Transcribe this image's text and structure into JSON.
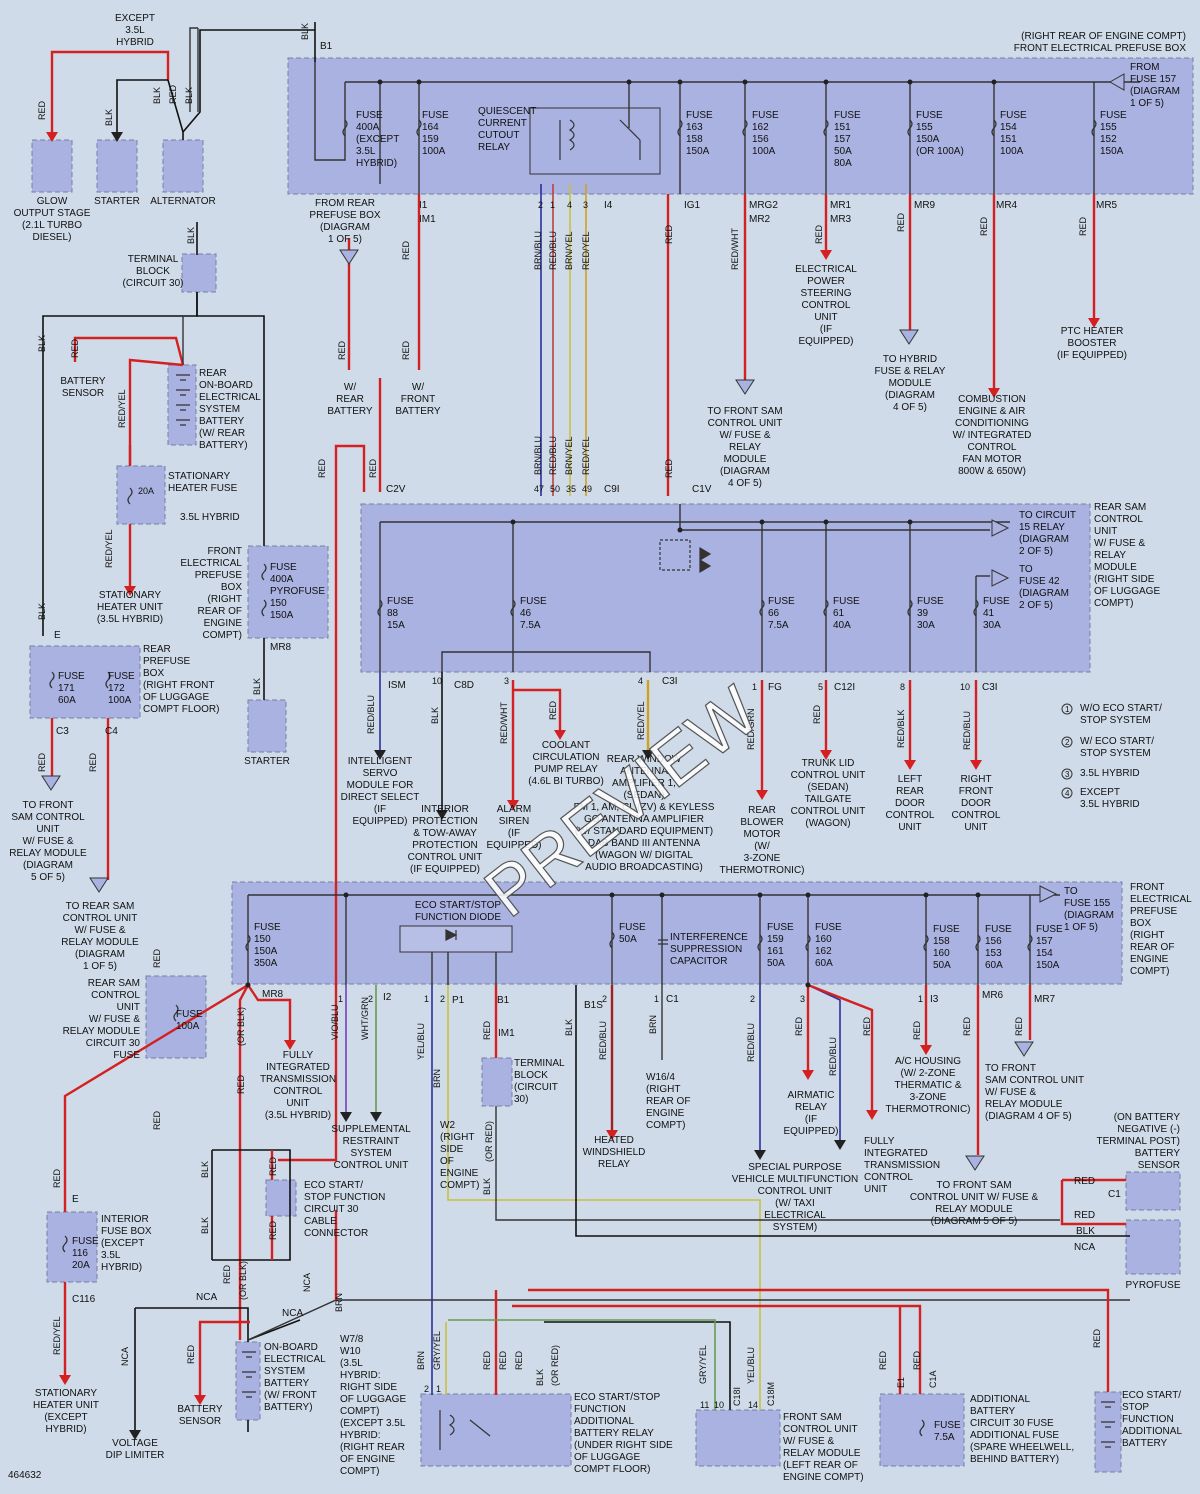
{
  "figure_id": "464632",
  "watermark": "PREVIEW",
  "headers": {
    "front_prefuse_top": [
      "(RIGHT REAR OF ENGINE COMPT)",
      "FRONT ELECTRICAL PREFUSE BOX"
    ],
    "except_hybrid": [
      "EXCEPT",
      "3.5L",
      "HYBRID"
    ],
    "b1": "B1",
    "from_fuse157": [
      "FROM",
      "FUSE 157",
      "(DIAGRAM",
      "1 OF 5)"
    ]
  },
  "top_components": {
    "glow": [
      "GLOW",
      "OUTPUT STAGE",
      "(2.1L TURBO",
      "DIESEL)"
    ],
    "starter": "STARTER",
    "alternator": "ALTERNATOR"
  },
  "top_fuses": [
    {
      "id": "f400",
      "lines": [
        "FUSE",
        "400A",
        "(EXCEPT",
        "3.5L",
        "HYBRID)"
      ]
    },
    {
      "id": "f164",
      "lines": [
        "FUSE",
        "164",
        "159",
        "100A"
      ]
    },
    {
      "id": "relay",
      "lines": [
        "QUIESCENT",
        "CURRENT",
        "CUTOUT",
        "RELAY"
      ]
    },
    {
      "id": "f163",
      "lines": [
        "FUSE",
        "163",
        "158",
        "150A"
      ]
    },
    {
      "id": "f162",
      "lines": [
        "FUSE",
        "162",
        "156",
        "100A"
      ]
    },
    {
      "id": "f151",
      "lines": [
        "FUSE",
        "151",
        "157",
        "50A",
        "80A"
      ]
    },
    {
      "id": "f155a",
      "lines": [
        "FUSE",
        "155",
        "150A",
        "(OR 100A)"
      ]
    },
    {
      "id": "f154",
      "lines": [
        "FUSE",
        "154",
        "151",
        "100A"
      ]
    },
    {
      "id": "f155b",
      "lines": [
        "FUSE",
        "155",
        "152",
        "150A"
      ]
    }
  ],
  "top_connectors": {
    "i1": "I1",
    "im1": "IM1",
    "i4": "I4",
    "ig1": "IG1",
    "mrg2": "MRG2",
    "mr2": "MR2",
    "mr1": "MR1",
    "mr3": "MR3",
    "mr9": "MR9",
    "mr4": "MR4",
    "mr5": "MR5",
    "pins": [
      "2",
      "1",
      "4",
      "3"
    ]
  },
  "wire_colors": {
    "red": "RED",
    "blk": "BLK",
    "brnblu": "BRN/BLU",
    "redblu": "RED/BLU",
    "brnyel": "BRN/YEL",
    "redyel": "RED/YEL",
    "redwht": "RED/WHT",
    "redgrn": "RED/GRN",
    "redblk": "RED/BLK",
    "yelblu": "YEL/BLU",
    "brn": "BRN",
    "vioblu": "VIO/BLU",
    "whtgrn": "WHT/GRN",
    "gryyel": "GRY/YEL",
    "nca": "NCA",
    "orblk": "(OR BLK)",
    "orred": "(OR RED)",
    "redyel2": "RED/YEL"
  },
  "top_destinations": {
    "from_rear_prefuse": [
      "FROM REAR",
      "PREFUSE BOX",
      "(DIAGRAM",
      "1 OF 5)"
    ],
    "w_rear_batt": [
      "W/",
      "REAR",
      "BATTERY"
    ],
    "w_front_batt": [
      "W/",
      "FRONT",
      "BATTERY"
    ],
    "front_sam_d": [
      "TO FRONT SAM",
      "CONTROL UNIT",
      "W/ FUSE &",
      "RELAY",
      "MODULE",
      "(DIAGRAM",
      "4 OF 5)"
    ],
    "eps": [
      "ELECTRICAL",
      "POWER",
      "STEERING",
      "CONTROL",
      "UNIT",
      "(IF",
      "EQUIPPED)"
    ],
    "hybrid_fuse": [
      "TO HYBRID",
      "FUSE & RELAY",
      "MODULE",
      "(DIAGRAM",
      "4 OF 5)"
    ],
    "combustion": [
      "COMBUSTION",
      "ENGINE & AIR",
      "CONDITIONING",
      "W/ INTEGRATED",
      "CONTROL",
      "FAN MOTOR",
      "800W & 650W)"
    ],
    "ptc": [
      "PTC HEATER",
      "BOOSTER",
      "(IF EQUIPPED)"
    ]
  },
  "left_side": {
    "terminal_block": [
      "TERMINAL",
      "BLOCK",
      "(CIRCUIT 30)"
    ],
    "battery_sensor": [
      "BATTERY",
      "SENSOR"
    ],
    "rear_battery": [
      "REAR",
      "ON-BOARD",
      "ELECTRICAL",
      "SYSTEM",
      "BATTERY",
      "(W/ REAR",
      "BATTERY)"
    ],
    "stat_heater_fuse": [
      "STATIONARY",
      "HEATER FUSE"
    ],
    "fuse20a": "20A",
    "stat_heater_unit": [
      "STATIONARY",
      "HEATER UNIT",
      "(3.5L HYBRID)"
    ],
    "hybrid35": "3.5L HYBRID",
    "front_prefuse": [
      "FRONT",
      "ELECTRICAL",
      "PREFUSE",
      "BOX",
      "(RIGHT",
      "REAR OF",
      "ENGINE",
      "COMPT)"
    ],
    "f400b": [
      "FUSE",
      "400A",
      "PYROFUSE",
      "150",
      "150A"
    ],
    "mr8": "MR8",
    "starter2": "STARTER",
    "rear_prefuse_box": [
      "REAR",
      "PREFUSE",
      "BOX",
      "(RIGHT FRONT",
      "OF LUGGAGE",
      "COMPT FLOOR)"
    ],
    "f171": [
      "FUSE",
      "171",
      "60A"
    ],
    "f172": [
      "FUSE",
      "172",
      "100A"
    ],
    "e": "E",
    "c3": "C3",
    "c4": "C4",
    "to_front_sam_s": [
      "TO FRONT",
      "SAM CONTROL",
      "UNIT",
      "W/ FUSE &",
      "RELAY MODULE",
      "(DIAGRAM",
      "5 OF 5)"
    ],
    "to_rear_sam_t": [
      "TO REAR SAM",
      "CONTROL UNIT",
      "W/ FUSE &",
      "RELAY MODULE",
      "(DIAGRAM",
      "1 OF 5)"
    ],
    "rear_sam_c30": [
      "REAR SAM",
      "CONTROL",
      "UNIT",
      "W/ FUSE &",
      "RELAY MODULE",
      "CIRCUIT 30",
      "FUSE"
    ],
    "f100": [
      "FUSE",
      "100A"
    ],
    "interior_fuse": [
      "INTERIOR",
      "FUSE BOX",
      "(EXCEPT",
      "3.5L",
      "HYBRID)"
    ],
    "f116": [
      "FUSE",
      "116",
      "20A"
    ],
    "c116": "C116",
    "stat_heater_unit2": [
      "STATIONARY",
      "HEATER UNIT",
      "(EXCEPT",
      "HYBRID)"
    ]
  },
  "middle_box": {
    "c2v": "C2V",
    "c9i": "C9I",
    "c1v": "C1V",
    "pins": [
      "47",
      "50",
      "35",
      "49"
    ],
    "rear_sam": [
      "REAR SAM",
      "CONTROL",
      "UNIT",
      "W/ FUSE &",
      "RELAY",
      "MODULE",
      "(RIGHT SIDE",
      "OF LUGGAGE",
      "COMPT)"
    ],
    "to_c15": [
      "TO CIRCUIT",
      "15 RELAY",
      "(DIAGRAM",
      "2 OF 5)"
    ],
    "to_f42": [
      "TO",
      "FUSE 42",
      "(DIAGRAM",
      "2 OF 5)"
    ],
    "fuses": [
      [
        "FUSE",
        "88",
        "15A"
      ],
      [
        "FUSE",
        "46",
        "7.5A"
      ],
      [
        "FUSE",
        "66",
        "7.5A"
      ],
      [
        "FUSE",
        "61",
        "40A"
      ],
      [
        "FUSE",
        "39",
        "30A"
      ],
      [
        "FUSE",
        "41",
        "30A"
      ]
    ],
    "conns": {
      "ism": "ISM",
      "c8d": "C8D",
      "c3i": "C3I",
      "fg": "FG",
      "c12i": "C12I",
      "c3i2": "C3I"
    },
    "pinnums": [
      "10",
      "3",
      "4",
      "1",
      "5",
      "8",
      "10"
    ]
  },
  "middle_loads": {
    "servo": [
      "INTELLIGENT",
      "SERVO",
      "MODULE FOR",
      "DIRECT SELECT",
      "(IF",
      "EQUIPPED)"
    ],
    "interior_prot": [
      "INTERIOR",
      "PROTECTION",
      "& TOW-AWAY",
      "PROTECTION",
      "CONTROL UNIT",
      "(IF EQUIPPED)"
    ],
    "alarm": [
      "ALARM",
      "SIREN",
      "(IF",
      "EQUIPPED)"
    ],
    "coolant": [
      "COOLANT",
      "CIRCULATION",
      "PUMP RELAY",
      "(4.6L BI TURBO)"
    ],
    "antenna": [
      "REAR WINDOW",
      "ANTENNA",
      "AMPLIFIER 1,",
      "(SEDAN)",
      "FM 1, AM, CL (ZV) & KEYLESS",
      "GO ANTENNA AMPLIFIER",
      "(W/ STANDARD EQUIPMENT)",
      "DAB BAND III ANTENNA",
      "(WAGON W/ DIGITAL",
      "AUDIO BROADCASTING)"
    ],
    "blower": [
      "REAR",
      "BLOWER",
      "MOTOR",
      "(W/",
      "3-ZONE",
      "THERMOTRONIC)"
    ],
    "trunk": [
      "TRUNK LID",
      "CONTROL UNIT",
      "(SEDAN)",
      "TAILGATE",
      "CONTROL UNIT",
      "(WAGON)"
    ],
    "left_door": [
      "LEFT",
      "REAR",
      "DOOR",
      "CONTROL",
      "UNIT"
    ],
    "right_door": [
      "RIGHT",
      "FRONT",
      "DOOR",
      "CONTROL",
      "UNIT"
    ]
  },
  "legend": [
    {
      "n": "1",
      "text": [
        "W/O ECO START/",
        "STOP SYSTEM"
      ]
    },
    {
      "n": "2",
      "text": [
        "W/ ECO START/",
        "STOP SYSTEM"
      ]
    },
    {
      "n": "3",
      "text": [
        "3.5L HYBRID"
      ]
    },
    {
      "n": "4",
      "text": [
        "EXCEPT",
        "3.5L HYBRID"
      ]
    }
  ],
  "bottom_box": {
    "label": [
      "FRONT",
      "ELECTRICAL",
      "PREFUSE",
      "BOX",
      "(RIGHT",
      "REAR OF",
      "ENGINE",
      "COMPT)"
    ],
    "to_f155": [
      "TO",
      "FUSE 155",
      "(DIAGRAM",
      "1 OF 5)"
    ],
    "diode": [
      "ECO START/STOP",
      "FUNCTION DIODE"
    ],
    "f150": [
      "FUSE",
      "150",
      "150A",
      "350A"
    ],
    "f50": [
      "FUSE",
      "50A"
    ],
    "cap": [
      "INTERFERENCE",
      "SUPPRESSION",
      "CAPACITOR"
    ],
    "f159": [
      "FUSE",
      "159",
      "161",
      "50A"
    ],
    "f160": [
      "FUSE",
      "160",
      "162",
      "60A"
    ],
    "f158": [
      "FUSE",
      "158",
      "160",
      "50A"
    ],
    "f156": [
      "FUSE",
      "156",
      "153",
      "60A"
    ],
    "f157": [
      "FUSE",
      "157",
      "154",
      "150A"
    ],
    "conns": {
      "mr8": "MR8",
      "i2": "I2",
      "p1": "P1",
      "b1": "B1",
      "b1s": "B1S",
      "c1": "C1",
      "i3": "I3",
      "mr6": "MR6",
      "mr7": "MR7",
      "im1": "IM1"
    },
    "pinnums": [
      "1",
      "2",
      "1",
      "2",
      "2",
      "1",
      "2",
      "3",
      "1"
    ]
  },
  "bottom_loads": {
    "trans": [
      "FULLY",
      "INTEGRATED",
      "TRANSMISSION",
      "CONTROL",
      "UNIT",
      "(3.5L HYBRID)"
    ],
    "srs": [
      "SUPPLEMENTAL",
      "RESTRAINT",
      "SYSTEM",
      "CONTROL UNIT"
    ],
    "w2": [
      "W2",
      "(RIGHT",
      "SIDE",
      "OF",
      "ENGINE",
      "COMPT)"
    ],
    "tb30": [
      "TERMINAL",
      "BLOCK",
      "(CIRCUIT",
      "30)"
    ],
    "heated_ws": [
      "HEATED",
      "WINDSHIELD",
      "RELAY"
    ],
    "w16": [
      "W16/4",
      "(RIGHT",
      "REAR OF",
      "ENGINE",
      "COMPT)"
    ],
    "special": [
      "SPECIAL PURPOSE",
      "VEHICLE MULTIFUNCTION",
      "CONTROL UNIT",
      "(W/ TAXI",
      "ELECTRICAL",
      "SYSTEM)"
    ],
    "airmatic": [
      "AIRMATIC",
      "RELAY",
      "(IF",
      "EQUIPPED)"
    ],
    "trans2": [
      "FULLY",
      "INTEGRATED",
      "TRANSMISSION",
      "CONTROL",
      "UNIT"
    ],
    "ac": [
      "A/C HOUSING",
      "(W/ 2-ZONE",
      "THERMATIC &",
      "3-ZONE",
      "THERMOTRONIC)"
    ],
    "to_front_sam_e": [
      "TO FRONT",
      "SAM CONTROL UNIT",
      "W/ FUSE &",
      "RELAY MODULE",
      "(DIAGRAM 4 OF 5)"
    ],
    "to_front_sam_f": [
      "TO FRONT SAM",
      "CONTROL UNIT W/ FUSE &",
      "RELAY MODULE",
      "(DIAGRAM 5 OF 5)"
    ],
    "batt_sensor_r": [
      "(ON BATTERY",
      "NEGATIVE (-)",
      "TERMINAL POST)",
      "BATTERY",
      "SENSOR"
    ],
    "pyrofuse": "PYROFUSE",
    "c1": "C1",
    "eco_c30": [
      "ECO START/",
      "STOP FUNCTION",
      "CIRCUIT 30",
      "CABLE",
      "CONNECTOR"
    ],
    "onboard": [
      "ON-BOARD",
      "ELECTRICAL",
      "SYSTEM",
      "BATTERY",
      "(W/ FRONT",
      "BATTERY)"
    ],
    "batt_sensor_b": [
      "BATTERY",
      "SENSOR"
    ],
    "voltage": [
      "VOLTAGE",
      "DIP LIMITER"
    ],
    "w7": [
      "W7/8",
      "W10",
      "(3.5L",
      "HYBRID:",
      "RIGHT SIDE",
      "OF LUGGAGE",
      "COMPT)",
      "(EXCEPT 3.5L",
      "HYBRID:",
      "(RIGHT REAR",
      "OF ENGINE",
      "COMPT)"
    ],
    "eco_relay": [
      "ECO START/STOP",
      "FUNCTION",
      "ADDITIONAL",
      "BATTERY RELAY",
      "(UNDER RIGHT SIDE",
      "OF LUGGAGE",
      "COMPT FLOOR)"
    ],
    "front_sam_b": [
      "FRONT SAM",
      "CONTROL UNIT",
      "W/ FUSE &",
      "RELAY MODULE",
      "(LEFT REAR OF",
      "ENGINE COMPT)"
    ],
    "add_batt": [
      "ADDITIONAL",
      "BATTERY",
      "CIRCUIT 30 FUSE",
      "ADDITIONAL FUSE",
      "(SPARE WHEELWELL,",
      "BEHIND BATTERY)"
    ],
    "f75": [
      "FUSE",
      "7.5A"
    ],
    "eco_batt": [
      "ECO START/",
      "STOP",
      "FUNCTION",
      "ADDITIONAL",
      "BATTERY"
    ],
    "conns": {
      "c18i": "C18I",
      "c18m": "C18M",
      "e1": "E1",
      "c1a": "C1A"
    },
    "pins": [
      "2",
      "1",
      "11",
      "10",
      "14"
    ]
  }
}
